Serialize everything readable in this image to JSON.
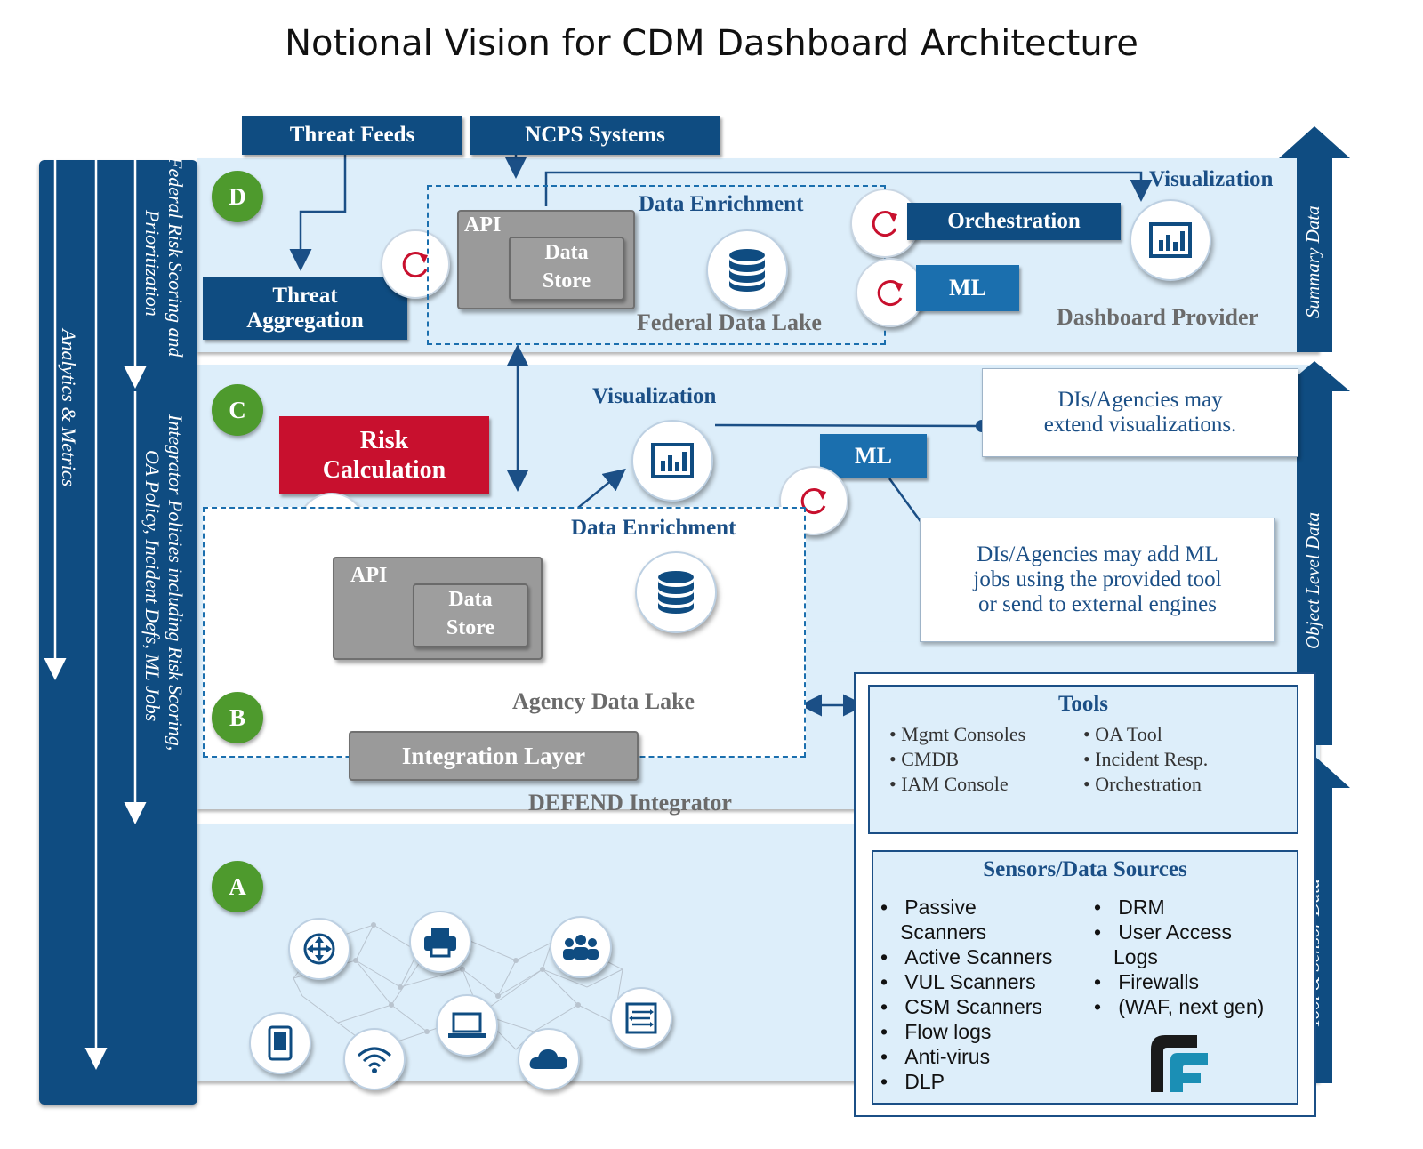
{
  "title": "Notional Vision for CDM Dashboard Architecture",
  "layers": {
    "d": {
      "badge": "D",
      "name": "Dashboard Provider"
    },
    "c": {
      "badge": "C"
    },
    "b": {
      "badge": "B",
      "name": "DEFEND Integrator"
    },
    "a": {
      "badge": "A"
    }
  },
  "left_column": {
    "analytics": "Analytics & Metrics",
    "federal_line1": "Federal Risk Scoring and",
    "federal_line2": "Prioritization",
    "integrator_line1": "Integrator Policies including Risk Scoring,",
    "integrator_line2": "OA Policy, Incident Defs, ML Jobs"
  },
  "right_column": {
    "summary": "Summary Data",
    "object": "Object Level Data",
    "tool": "Tool & Sensor Data"
  },
  "top": {
    "threat_feeds": "Threat Feeds",
    "ncps": "NCPS Systems",
    "threat_aggregation_line1": "Threat",
    "threat_aggregation_line2": "Aggregation",
    "api": "API",
    "data_store_line1": "Data",
    "data_store_line2": "Store",
    "data_enrichment": "Data Enrichment",
    "federal_data_lake": "Federal Data Lake",
    "orchestration": "Orchestration",
    "ml": "ML",
    "visualization": "Visualization"
  },
  "middle": {
    "visualization": "Visualization",
    "risk_line1": "Risk",
    "risk_line2": "Calculation",
    "ml": "ML",
    "note1_line1": "DIs/Agencies may",
    "note1_line2": "extend visualizations.",
    "note2_line1": "DIs/Agencies may add ML",
    "note2_line2": "jobs using the provided tool",
    "note2_line3": "or send to external engines",
    "data_enrichment": "Data Enrichment",
    "api": "API",
    "data_store_line1": "Data",
    "data_store_line2": "Store",
    "agency_data_lake": "Agency Data Lake",
    "integration_layer": "Integration Layer"
  },
  "tools": {
    "title": "Tools",
    "col1": [
      "Mgmt Consoles",
      "CMDB",
      "IAM Console"
    ],
    "col2": [
      "OA Tool",
      "Incident Resp.",
      "Orchestration"
    ]
  },
  "sensors": {
    "title": "Sensors/Data Sources",
    "col1": [
      "Passive",
      "Scanners",
      "Active Scanners",
      "VUL Scanners",
      "CSM Scanners",
      "Flow logs",
      "Anti-virus",
      "DLP"
    ],
    "col2": [
      "DRM",
      "User Access",
      "Logs",
      "Firewalls",
      "(WAF, next gen)"
    ]
  },
  "colors": {
    "navy": "#0f4c81",
    "blue": "#1b6fae",
    "red": "#c8102e",
    "green": "#4e9a2d",
    "band": "#ddeefa",
    "text_blue": "#1b4f86"
  },
  "icons": [
    "router-icon",
    "printer-icon",
    "users-icon",
    "tablet-icon",
    "wifi-icon",
    "laptop-icon",
    "cloud-icon",
    "switch-icon",
    "chart-icon",
    "database-icon",
    "refresh-icon"
  ]
}
